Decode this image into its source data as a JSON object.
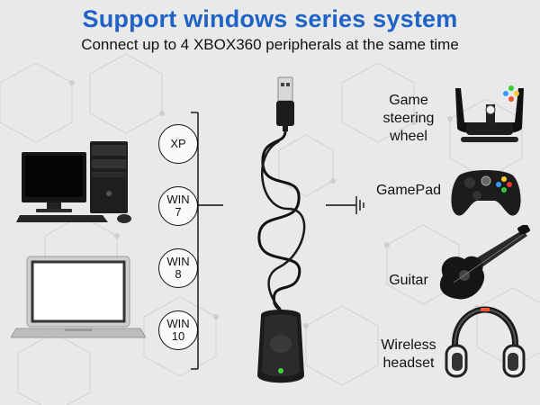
{
  "header": {
    "title": "Support windows series system",
    "subtitle": "Connect up to 4 XBOX360 peripherals at the same time"
  },
  "os_list": [
    {
      "line1": "XP",
      "line2": ""
    },
    {
      "line1": "WIN",
      "line2": "7"
    },
    {
      "line1": "WIN",
      "line2": "8"
    },
    {
      "line1": "WIN",
      "line2": "10"
    }
  ],
  "devices": [
    {
      "line1": "Game",
      "line2": "steering",
      "line3": "wheel"
    },
    {
      "line1": "GamePad",
      "line2": "",
      "line3": ""
    },
    {
      "line1": "Guitar",
      "line2": "",
      "line3": ""
    },
    {
      "line1": "Wireless",
      "line2": "headset",
      "line3": ""
    }
  ],
  "colors": {
    "title": "#1f63c6",
    "background": "#e9e9e9",
    "receiver_led": "#3fd43f"
  }
}
